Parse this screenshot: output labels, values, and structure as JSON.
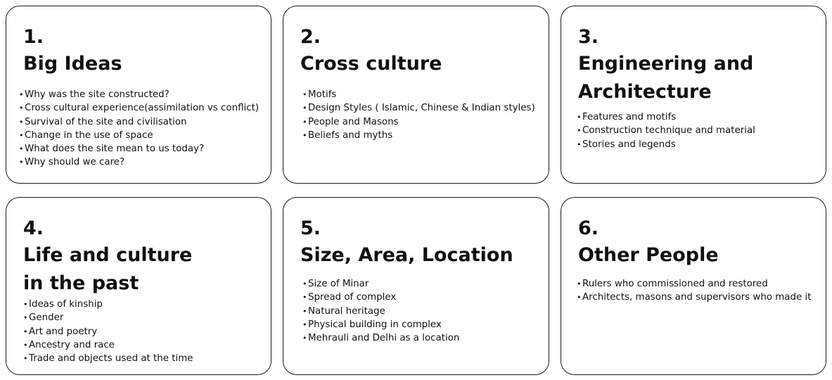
{
  "cards": [
    {
      "number": "1.",
      "title": [
        "Big Ideas"
      ],
      "items": [
        "Why was the site constructed?",
        "Cross cultural experience(assimilation vs conflict)",
        "Survival of the site and civilisation",
        "Change in the use of space",
        "What does the site mean to us today?",
        "Why should we care?"
      ]
    },
    {
      "number": "2.",
      "title": [
        "Cross culture"
      ],
      "items": [
        "Motifs",
        "Design Styles ( Islamic, Chinese & Indian styles)",
        "People and Masons",
        "Beliefs and myths"
      ]
    },
    {
      "number": "3.",
      "title": [
        "Engineering and",
        "Architecture"
      ],
      "items": [
        "Features and motifs",
        "Construction technique and material",
        "Stories and legends"
      ]
    },
    {
      "number": "4.",
      "title": [
        "Life and culture",
        "in the past"
      ],
      "items": [
        "Ideas of kinship",
        "Gender",
        "Art and poetry",
        "Ancestry and race",
        "Trade and objects used at the time"
      ]
    },
    {
      "number": "5.",
      "title": [
        "Size, Area, Location"
      ],
      "items": [
        "Size of Minar",
        "Spread of complex",
        "Natural heritage",
        "Physical building in complex",
        "Mehrauli and Delhi as a location"
      ]
    },
    {
      "number": "6.",
      "title": [
        "Other People"
      ],
      "items": [
        "Rulers who commissioned and restored",
        "Architects, masons and supervisors who made it"
      ]
    }
  ]
}
